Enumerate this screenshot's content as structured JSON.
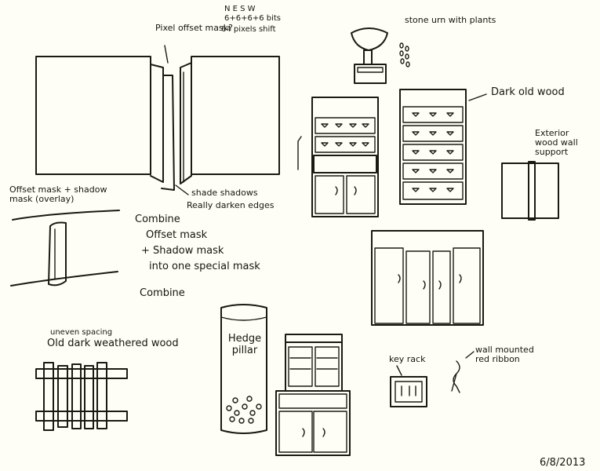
{
  "notes": {
    "pixel_offset_mask": "Pixel offset mask?",
    "nesw_title": "N E S W",
    "nesw_bits": "6+6+6+6 bits",
    "pixel_shift": "64 pixels shift",
    "shade_shadows": "shade shadows",
    "darken_edges": "Really darken edges",
    "stone_urn": "stone urn with plants",
    "dark_old_wood": "Dark old wood",
    "exterior_support": "Exterior wood wall support",
    "offset_overlay": "Offset mask + shadow mask (overlay)",
    "combine_1": "Combine",
    "combine_offset": "Offset mask",
    "combine_shadow": "+ Shadow mask",
    "combine_into": "into one special mask",
    "combine_2": "Combine",
    "uneven_spacing": "uneven spacing",
    "weathered_wood": "Old dark weathered wood",
    "hedge_pillar": "Hedge pillar",
    "key_rack": "key rack",
    "ribbon": "wall mounted red ribbon",
    "date": "6/8/2013"
  },
  "colors": {
    "paper": "#fffef6",
    "ink": "#1a1a12"
  }
}
